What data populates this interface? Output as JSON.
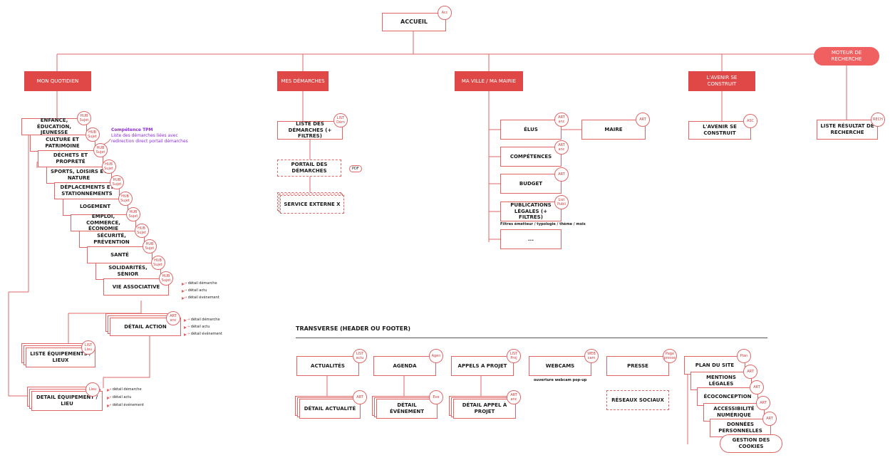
{
  "top": {
    "accueil": "ACCUEIL",
    "accueil_badge": "Acc"
  },
  "sections": {
    "quotidien": "MON QUOTIDIEN",
    "demarches": "MES DÉMARCHES",
    "ville": "MA VILLE / MA MAIRIE",
    "avenir": "L'AVENIR SE CONSTRUIT",
    "moteur": "MOTEUR DE RECHERCHE"
  },
  "quotidien": {
    "hubs": [
      "ENFANCE, ÉDUCATION, JEUNESSE",
      "CULTURE ET PATRIMOINE",
      "DÉCHETS ET PROPRETÉ",
      "SPORTS, LOISIRS ET NATURE",
      "DÉPLACEMENTS ET STATIONNEMENTS",
      "LOGEMENT",
      "EMPLOI, COMMERCE, ÉCONOMIE",
      "SÉCURITÉ, PRÉVENTION",
      "SANTÉ",
      "SOLIDARITÉS, SÉNIOR",
      "VIE ASSOCIATIVE"
    ],
    "hub_badge": "HUB\nSujet",
    "annotation_title": "Compétence TPM",
    "annotation_text": "Liste des démarches liées avec redirection direct portail démarches",
    "detail_action": "DÉTAIL ACTION",
    "detail_action_badge": "ART\nanc",
    "liste_equipements": "LISTE ÉQUIPEMENTS / LIEUX",
    "liste_equipements_badge": "LIST\nLieu",
    "detail_equipement": "DETAIL ÉQUIPEMENT / LIEU",
    "detail_equipement_badge": "Lieu",
    "links": [
      "détail démarche",
      "détail actu",
      "détail événement"
    ]
  },
  "demarches": {
    "liste": "LISTE DES DÉMARCHES (+ FILTRES)",
    "liste_badge": "LIST\nDém",
    "portail": "PORTAIL DES DÉMARCHES",
    "pdf": "PDF",
    "service": "SERVICE EXTERNE X"
  },
  "ville": {
    "elus": "ÉLUS",
    "elus_badge": "ART\nanc",
    "maire": "MAIRE",
    "maire_badge": "ART",
    "competences": "COMPÉTENCES",
    "competences_badge": "ART\nanc",
    "budget": "BUDGET",
    "budget_badge": "ART",
    "publications": "PUBLICATIONS LÉGALES (+ FILTRES)",
    "publications_badge": "List\nPubli",
    "filtres_note": "Filtres émetteur / typologie / thème / mois",
    "more": "..."
  },
  "avenir": {
    "page": "L'AVENIR SE CONSTRUIT",
    "badge": "ASC"
  },
  "recherche": {
    "page": "LISTE RÉSULTAT DE RECHERCHE",
    "badge": "RECH"
  },
  "transverse": {
    "title": "TRANSVERSE (HEADER OU FOOTER)",
    "actualites": "ACTUALITÉS",
    "actualites_badge": "LIST\nactu",
    "detail_actualite": "DÉTAIL ACTUALITÉ",
    "detail_actualite_badge": "ART",
    "agenda": "AGENDA",
    "agenda_badge": "Agen",
    "detail_evenement": "DÉTAIL ÉVÉNEMENT",
    "detail_evenement_badge": "Eve",
    "appels": "APPELS A PROJET",
    "appels_badge": "LIST\nProj",
    "detail_appel": "DÉTAIL APPEL À PROJET",
    "detail_appel_badge": "ART\nanc",
    "webcams": "WEBCAMS",
    "webcams_badge": "WEB\ncam",
    "webcams_note": "ouverture webcam pop-up",
    "presse": "PRESSE",
    "presse_badge": "Page\npresse",
    "reseaux": "RÉSEAUX SOCIAUX",
    "footer_pages": [
      {
        "label": "PLAN DU SITE",
        "badge": "Plan"
      },
      {
        "label": "MENTIONS LÉGALES",
        "badge": "ART"
      },
      {
        "label": "ÉCOCONCEPTION",
        "badge": "ART"
      },
      {
        "label": "ACCESSIBILITÉ NUMÉRIQUE",
        "badge": "ART"
      },
      {
        "label": "DONNÉES PERSONNELLES",
        "badge": "ART"
      }
    ],
    "cookies": "GESTION DES COOKIES"
  },
  "colors": {
    "accent": "#e04848",
    "line": "#e06666",
    "annotation": "#8a2be2"
  }
}
